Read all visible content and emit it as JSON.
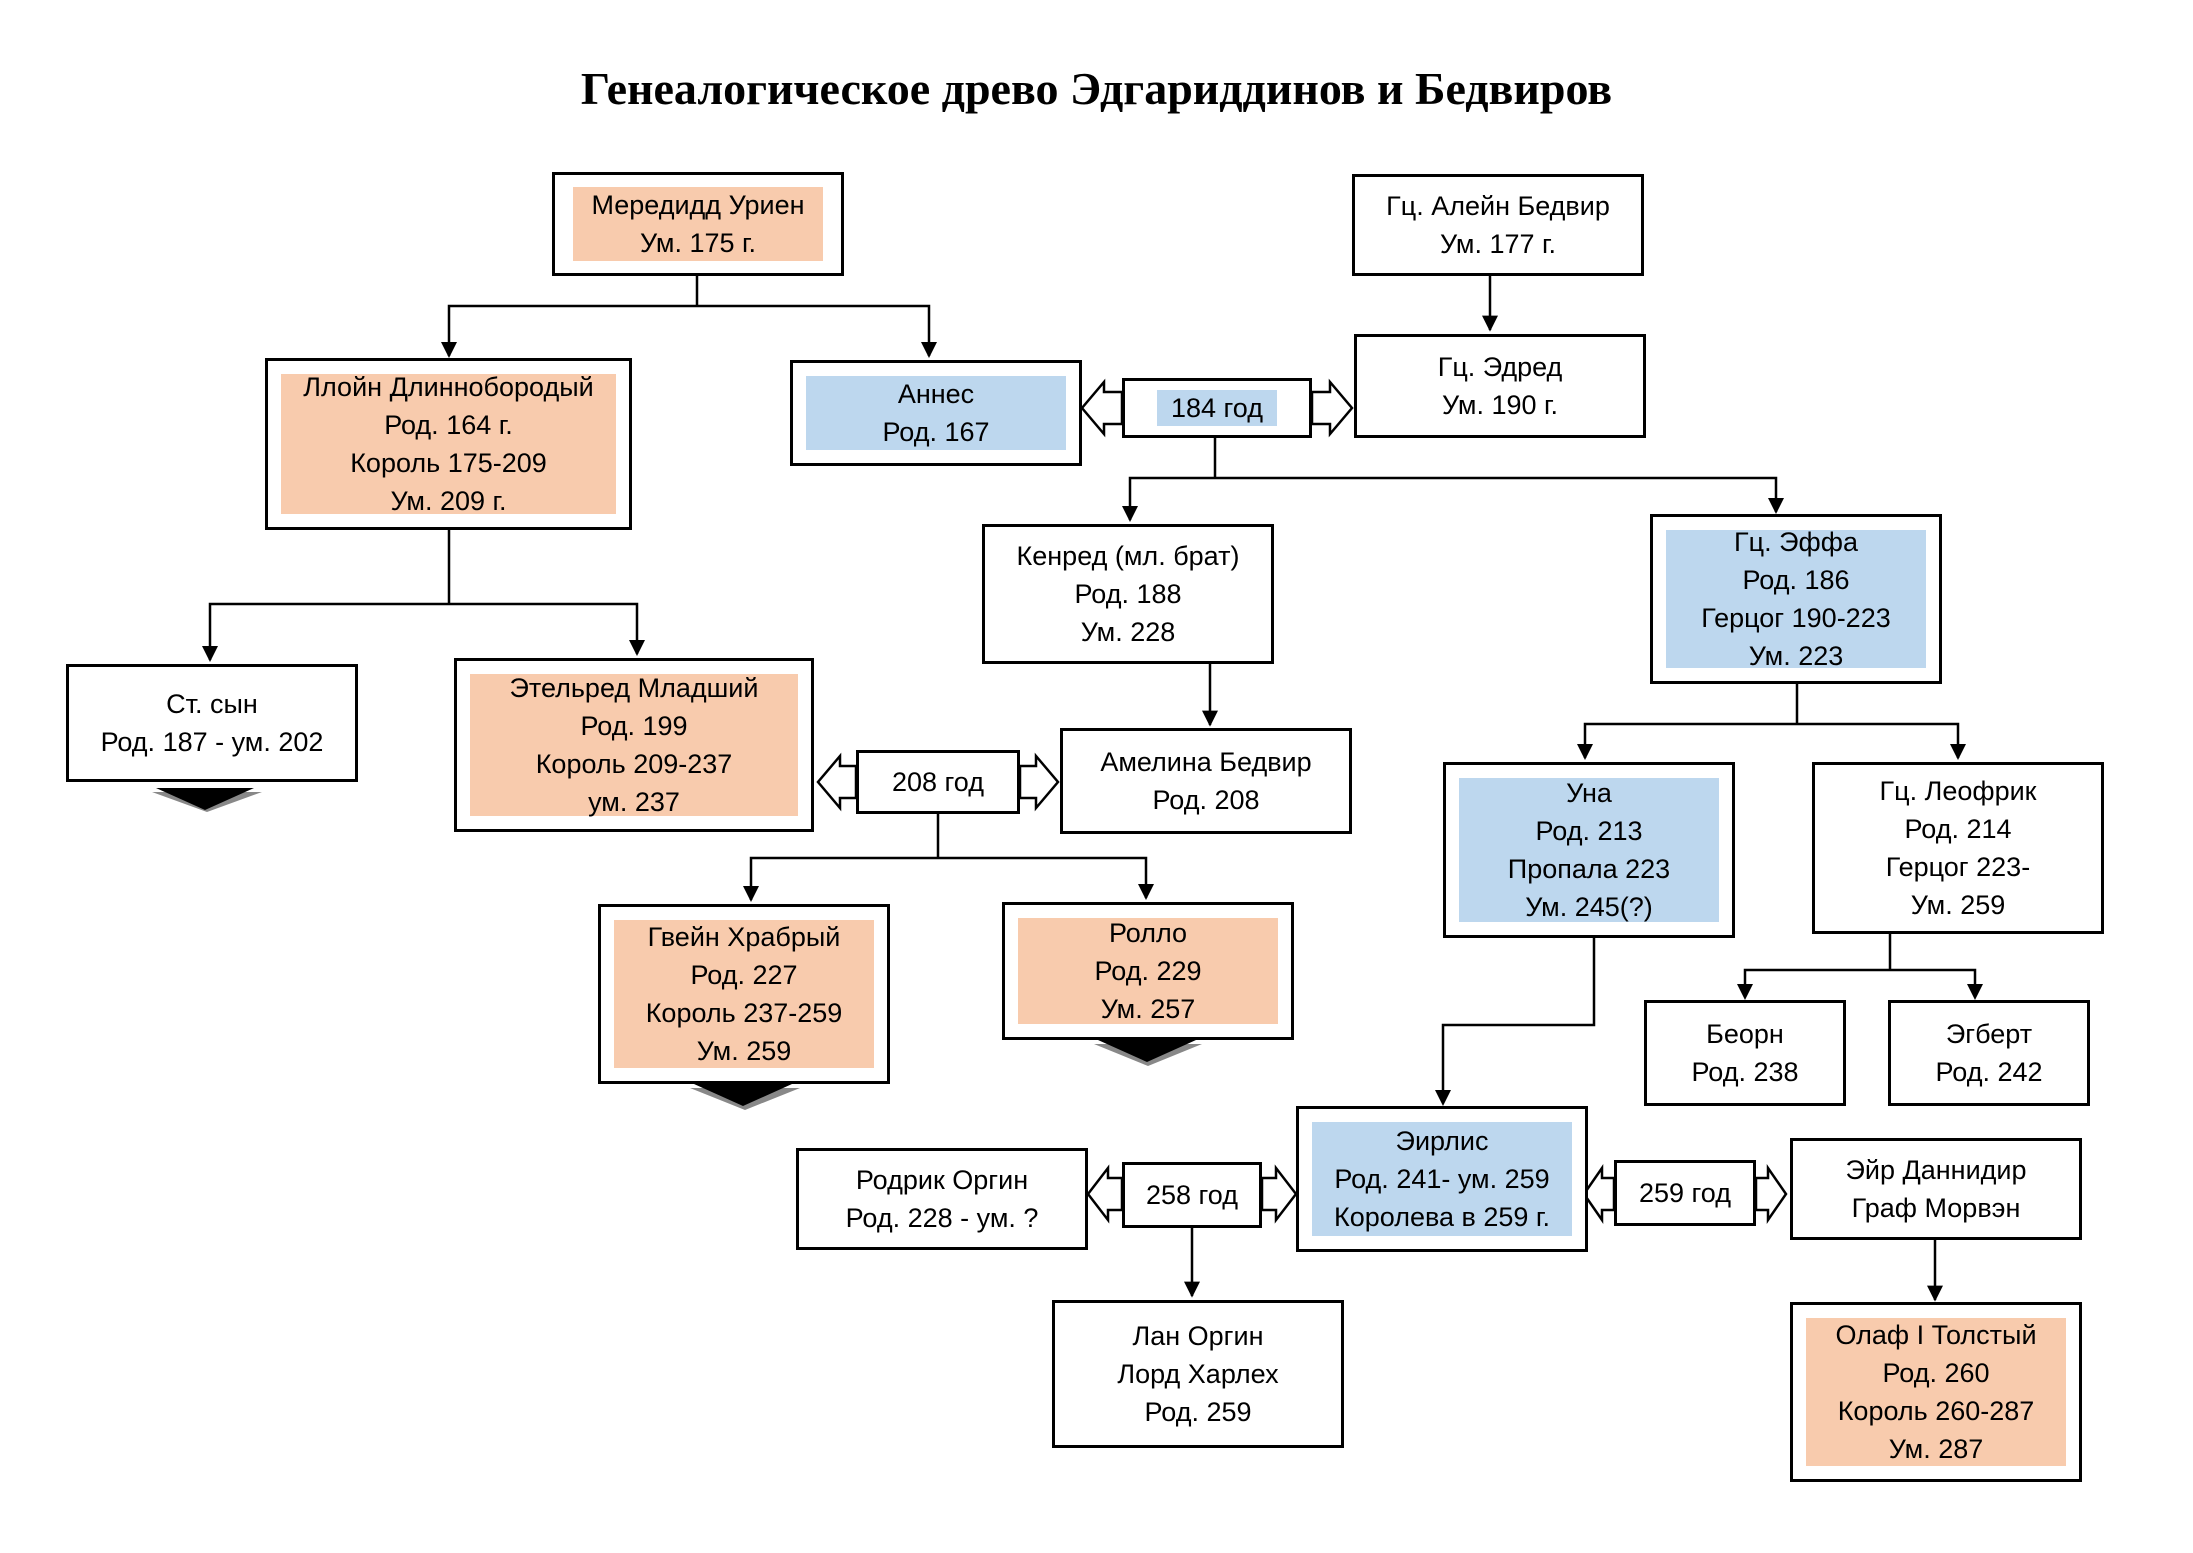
{
  "title": "Генеалогическое древо Эдгариддинов и Бедвиров",
  "colors": {
    "orange": "#f8cbad",
    "blue": "#bdd7ee",
    "line": "#000000"
  },
  "nodes": {
    "meredidd": [
      "Мередидд Уриен",
      "Ум. 175 г."
    ],
    "alein": [
      "Гц. Алейн Бедвир",
      "Ум. 177 г."
    ],
    "lloin": [
      "Ллойн Длиннобородый",
      "Род. 164 г.",
      "Король 175-209",
      "Ум. 209 г."
    ],
    "annes": [
      "Аннес",
      "Род. 167"
    ],
    "edred": [
      "Гц. Эдред",
      "Ум. 190 г."
    ],
    "kenred": [
      "Кенред (мл. брат)",
      "Род. 188",
      "Ум. 228"
    ],
    "effa": [
      "Гц. Эффа",
      "Род. 186",
      "Герцог 190-223",
      "Ум. 223"
    ],
    "st_son": [
      "Ст. сын",
      "Род. 187 - ум. 202"
    ],
    "etelred": [
      "Этельред Младший",
      "Род. 199",
      "Король 209-237",
      "ум. 237"
    ],
    "amelina": [
      "Амелина Бедвир",
      "Род. 208"
    ],
    "una": [
      "Уна",
      "Род. 213",
      "Пропала 223",
      "Ум. 245(?)"
    ],
    "leofrik": [
      "Гц. Леофрик",
      "Род. 214",
      "Герцог 223-",
      "Ум. 259"
    ],
    "gwein": [
      "Гвейн Храбрый",
      "Род. 227",
      "Король 237-259",
      "Ум. 259"
    ],
    "rollo": [
      "Ролло",
      "Род. 229",
      "Ум. 257"
    ],
    "beorn": [
      "Беорн",
      "Род. 238"
    ],
    "egbert": [
      "Эгберт",
      "Род. 242"
    ],
    "rodrik": [
      "Родрик Оргин",
      "Род. 228 - ум. ?"
    ],
    "eirlis": [
      "Эирлис",
      "Род. 241- ум. 259",
      "Королева в 259 г."
    ],
    "eir": [
      "Эйр Даннидир",
      "Граф Морвэн"
    ],
    "lan": [
      "Лан Оргин",
      "Лорд Харлех",
      "Род. 259"
    ],
    "olaf": [
      "Олаф I Толстый",
      "Род. 260",
      "Король 260-287",
      "Ум. 287"
    ]
  },
  "marriages": {
    "m184": "184 год",
    "m208": "208 год",
    "m258": "258 год",
    "m259": "259 год"
  }
}
